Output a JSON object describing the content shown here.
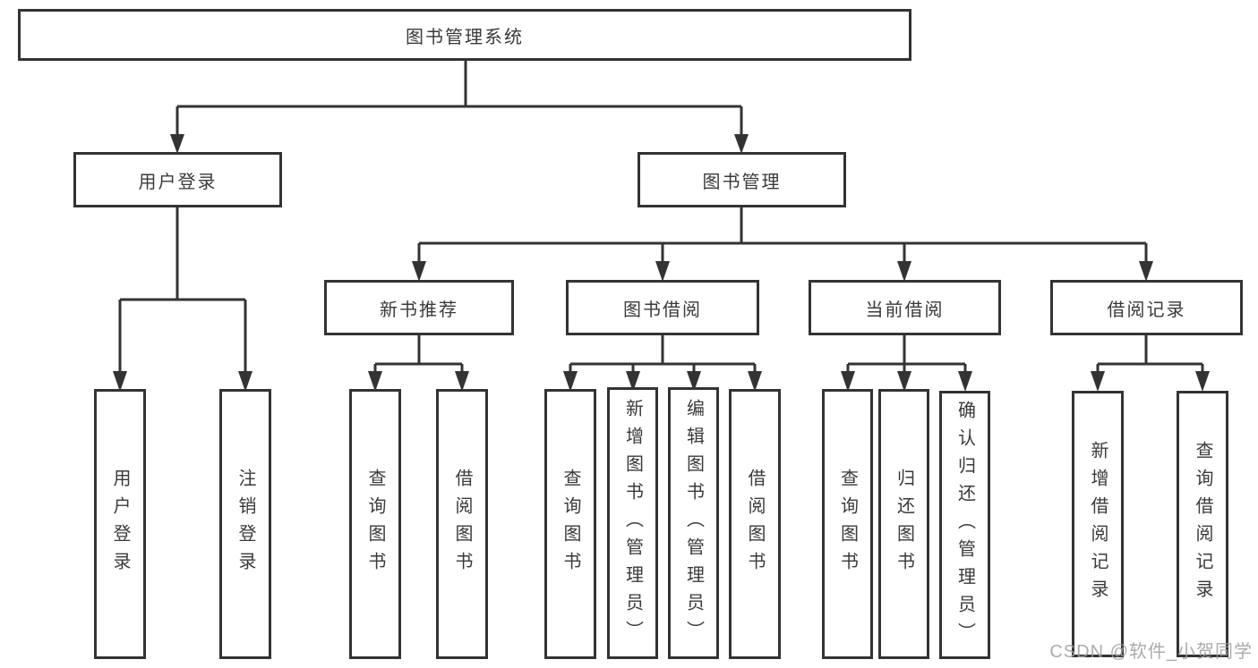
{
  "diagram": {
    "title": "图书管理系统",
    "root": {
      "label": "图书管理系统"
    },
    "branches": [
      {
        "label": "用户登录",
        "children": [
          {
            "label": "用户登录"
          },
          {
            "label": "注销登录"
          }
        ]
      },
      {
        "label": "图书管理",
        "children": [
          {
            "label": "新书推荐",
            "children": [
              {
                "label": "查询图书"
              },
              {
                "label": "借阅图书"
              }
            ]
          },
          {
            "label": "图书借阅",
            "children": [
              {
                "label": "查询图书"
              },
              {
                "label": "新增图书（管理员）"
              },
              {
                "label": "编辑图书（管理员）"
              },
              {
                "label": "借阅图书"
              }
            ]
          },
          {
            "label": "当前借阅",
            "children": [
              {
                "label": "查询图书"
              },
              {
                "label": "归还图书"
              },
              {
                "label": "确认归还（管理员）"
              }
            ]
          },
          {
            "label": "借阅记录",
            "children": [
              {
                "label": "新增借阅记录"
              },
              {
                "label": "查询借阅记录"
              }
            ]
          }
        ]
      }
    ]
  },
  "watermark": {
    "text": "CSDN @软件_小贺同学"
  },
  "colors": {
    "line": "#333333",
    "text": "#3a3a3a",
    "background": "#ffffff",
    "watermark": "#9d9d9d"
  }
}
